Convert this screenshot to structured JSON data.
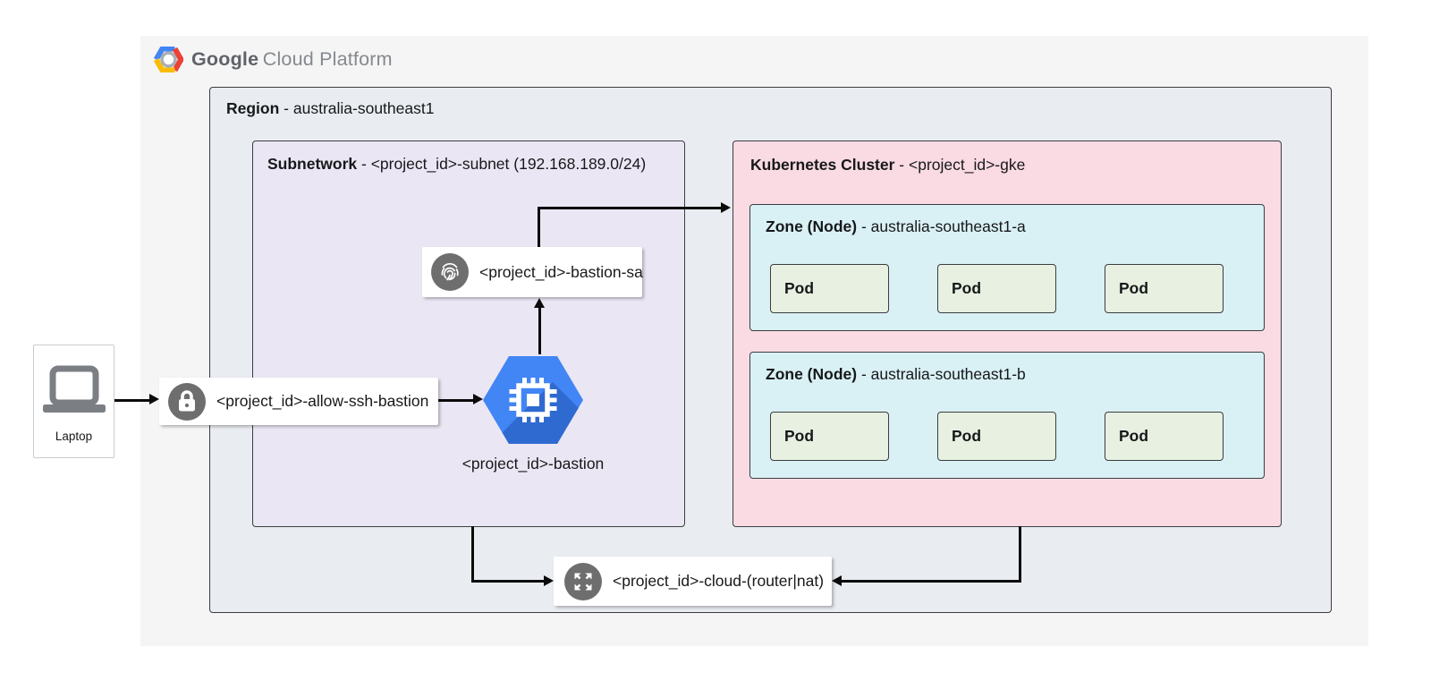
{
  "brand": {
    "logo_icon": "gcp-hexagon-logo",
    "name_primary": "Google",
    "name_secondary": "Cloud Platform"
  },
  "laptop": {
    "icon": "laptop-icon",
    "label": "Laptop"
  },
  "region": {
    "title_bold": "Region",
    "title_rest": " - australia-southeast1"
  },
  "subnetwork": {
    "title_bold": "Subnetwork",
    "title_rest": " - <project_id>-subnet (192.168.189.0/24)"
  },
  "firewall": {
    "icon": "lock-icon",
    "label": "<project_id>-allow-ssh-bastion"
  },
  "service_account": {
    "icon": "fingerprint-icon",
    "label": "<project_id>-bastion-sa"
  },
  "bastion": {
    "icon": "compute-engine-icon",
    "label": "<project_id>-bastion"
  },
  "router": {
    "icon": "expand-arrows-icon",
    "label": "<project_id>-cloud-(router|nat)"
  },
  "cluster": {
    "title_bold": "Kubernetes Cluster",
    "title_rest": " - <project_id>-gke",
    "zones": [
      {
        "title_bold": "Zone (Node)",
        "title_rest": " - australia-southeast1-a",
        "pods": [
          "Pod",
          "Pod",
          "Pod"
        ]
      },
      {
        "title_bold": "Zone (Node)",
        "title_rest": " - australia-southeast1-b",
        "pods": [
          "Pod",
          "Pod",
          "Pod"
        ]
      }
    ]
  },
  "colors": {
    "panel_bg": "#f5f5f6",
    "region_bg": "#e9edf1",
    "subnet_bg": "#ebe6f4",
    "cluster_bg": "#fadbe3",
    "zone_bg": "#d9f1f5",
    "pod_bg": "#e7f0e1",
    "border_dark": "#3a3d40",
    "icon_circle_gray": "#6e6e6e",
    "gce_blue": "#4285f4",
    "gce_shadow": "#2f6ad0",
    "logo_blue": "#4285f4",
    "logo_red": "#ea4335",
    "logo_yellow": "#fbbc05"
  }
}
